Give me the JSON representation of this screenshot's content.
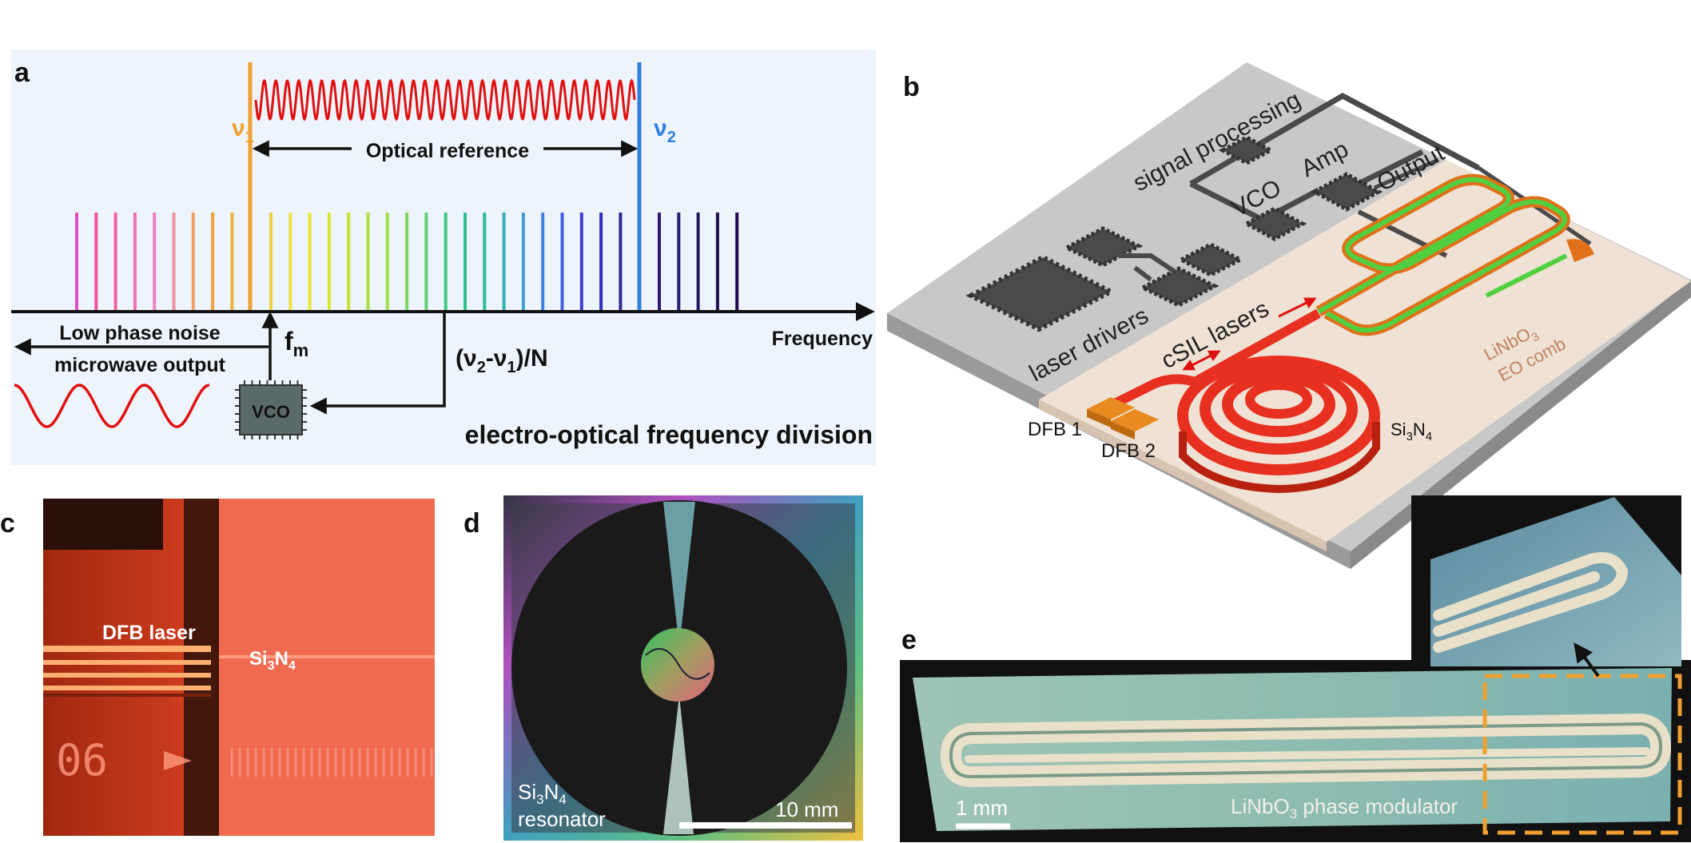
{
  "panel_a": {
    "letter": "a",
    "nu1": "ν",
    "nu1_sub": "1",
    "nu2": "ν",
    "nu2_sub": "2",
    "optical_reference": "Optical reference",
    "frequency": "Frequency",
    "low_phase_noise": "Low phase noise",
    "microwave_output": "microwave output",
    "fm": "f",
    "fm_sub": "m",
    "ratio_prefix": "(ν",
    "ratio_sub2": "2",
    "ratio_mid": "-ν",
    "ratio_sub1": "1",
    "ratio_suffix": ")/N",
    "vco": "VCO",
    "title": "electro-optical frequency division",
    "colors": {
      "nu1": "#f0a030",
      "nu2": "#2f7fe0",
      "ref_wave": "#e01010",
      "background": "#eef4fb"
    }
  },
  "panel_b": {
    "letter": "b",
    "signal_processing": "signal processing",
    "vco": "VCO",
    "amp": "Amp",
    "output": "Output",
    "laser_drivers": "laser drivers",
    "csil_lasers": "cSIL lasers",
    "linbo3": "LiNbO",
    "linbo3_sub": "3",
    "eo_comb": "EO comb",
    "dfb1": "DFB 1",
    "dfb2": "DFB 2",
    "si3n4_a": "Si",
    "si3n4_s1": "3",
    "si3n4_b": "N",
    "si3n4_s2": "4"
  },
  "panel_c": {
    "letter": "c",
    "dfb_laser": "DFB laser",
    "si3n4_a": "Si",
    "si3n4_s1": "3",
    "si3n4_b": "N",
    "si3n4_s2": "4",
    "chip_number": "06"
  },
  "panel_d": {
    "letter": "d",
    "si3n4_a": "Si",
    "si3n4_s1": "3",
    "si3n4_b": "N",
    "si3n4_s2": "4",
    "resonator": "resonator",
    "scale": "10 mm"
  },
  "panel_e": {
    "letter": "e",
    "scale": "1 mm",
    "modulator_a": "LiNbO",
    "modulator_sub": "3",
    "modulator_b": " phase modulator"
  }
}
